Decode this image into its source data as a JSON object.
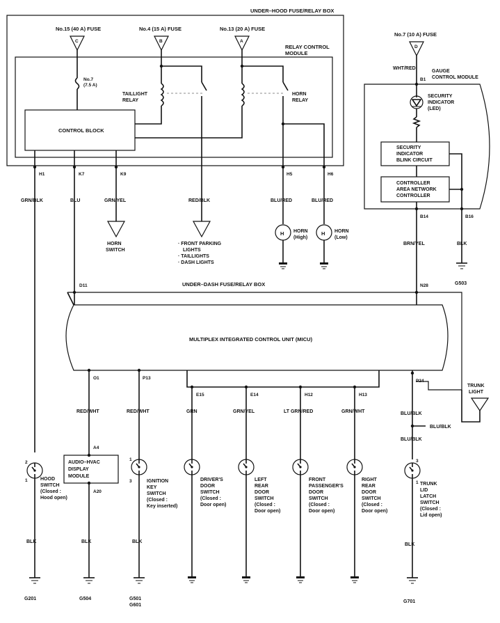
{
  "boxes": {
    "underhood": "UNDER–HOOD FUSE/RELAY BOX",
    "relay_module_1": "RELAY CONTROL",
    "relay_module_2": "MODULE",
    "control_block": "CONTROL BLOCK",
    "gauge_1": "GAUGE",
    "gauge_2": "CONTROL MODULE",
    "blink_1": "SECURITY",
    "blink_2": "INDICATOR",
    "blink_3": "BLINK CIRCUIT",
    "can_1": "CONTROLLER",
    "can_2": "AREA NETWORK",
    "can_3": "CONTROLLER",
    "underdash": "UNDER–DASH FUSE/RELAY BOX",
    "micu": "MULTIPLEX INTEGRATED CONTROL UNIT (MICU)",
    "audio_1": "AUDIO–HVAC",
    "audio_2": "DISPLAY",
    "audio_3": "MODULE"
  },
  "fuses": {
    "f15": "No.15 (40 A) FUSE",
    "f4": "No.4 (15 A) FUSE",
    "f13": "No.13 (20 A) FUSE",
    "f7": "No.7 (10 A) FUSE",
    "f7b_1": "No.7",
    "f7b_2": "(7.5 A)",
    "c": "C",
    "b": "B",
    "a": "A",
    "d": "D"
  },
  "relays": {
    "tail_1": "TAILLIGHT",
    "tail_2": "RELAY",
    "horn_1": "HORN",
    "horn_2": "RELAY"
  },
  "led": {
    "l1": "SECURITY",
    "l2": "INDICATOR",
    "l3": "(LED)"
  },
  "pins": {
    "h1": "H1",
    "k7": "K7",
    "k9": "K9",
    "h5": "H5",
    "h6": "H6",
    "b1": "B1",
    "b14": "B14",
    "b16": "B16",
    "d11": "D11",
    "n28": "N28",
    "o1": "O1",
    "p13": "P13",
    "e15": "E15",
    "e14": "E14",
    "h12": "H12",
    "h13": "H13",
    "p24": "P24",
    "a4": "A4",
    "a20": "A20",
    "n2a": "2",
    "n1a": "1",
    "n1b": "1",
    "n3b": "3",
    "n3c": "3",
    "n1c": "1"
  },
  "wires": {
    "grn_blk": "GRN/BLK",
    "blu": "BLU",
    "grn_yel": "GRN/YEL",
    "red_blk": "RED/BLK",
    "blu_red_1": "BLU/RED",
    "blu_red_2": "BLU/RED",
    "wht_red": "WHT/RED",
    "brn_yel": "BRN/YEL",
    "blk_g503": "BLK",
    "red_wht_1": "RED/WHT",
    "red_wht_2": "RED/WHT",
    "grn": "GRN",
    "grn_yel_2": "GRN/YEL",
    "ltgrn_red": "LT GRN/RED",
    "grn_wht": "GRN/WHT",
    "blu_blk_1": "BLU/BLK",
    "blu_blk_2": "BLU/BLK",
    "blu_blk_3": "BLU/BLK",
    "blk_1": "BLK",
    "blk_2": "BLK",
    "blk_3": "BLK",
    "blk_4": "BLK"
  },
  "loads": {
    "horn_sw_1": "HORN",
    "horn_sw_2": "SWITCH",
    "park_1": "· FRONT PARKING",
    "park_2": "LIGHTS",
    "park_3": "· TAILLIGHTS",
    "park_4": "· DASH LIGHTS",
    "horn_high_1": "HORN",
    "horn_high_2": "(High)",
    "horn_low_1": "HORN",
    "horn_low_2": "(Low)",
    "h_symbol_1": "H",
    "h_symbol_2": "H",
    "trunk_light_1": "TRUNK",
    "trunk_light_2": "LIGHT"
  },
  "switches": {
    "hood": [
      "HOOD",
      "SWITCH",
      "(Closed :",
      "Hood open)"
    ],
    "ign": [
      "IGNITION",
      "KEY",
      "SWITCH",
      "(Closed :",
      "Key inserted)"
    ],
    "driver": [
      "DRIVER'S",
      "DOOR",
      "SWITCH",
      "(Closed :",
      "Door open)"
    ],
    "lrear": [
      "LEFT",
      "REAR",
      "DOOR",
      "SWITCH",
      "(Closed :",
      "Door open)"
    ],
    "fpass": [
      "FRONT",
      "PASSENGER'S",
      "DOOR",
      "SWITCH",
      "(Closed :",
      "Door open)"
    ],
    "rrear": [
      "RIGHT",
      "REAR",
      "DOOR",
      "SWITCH",
      "(Closed :",
      "Door open)"
    ],
    "trunk": [
      "TRUNK",
      "LID",
      "LATCH",
      "SWITCH",
      "(Closed :",
      "Lid open)"
    ]
  },
  "grounds": {
    "g201": "G201",
    "g504": "G504",
    "g501": "G501",
    "g601": "G601",
    "g503": "G503",
    "g701": "G701"
  }
}
